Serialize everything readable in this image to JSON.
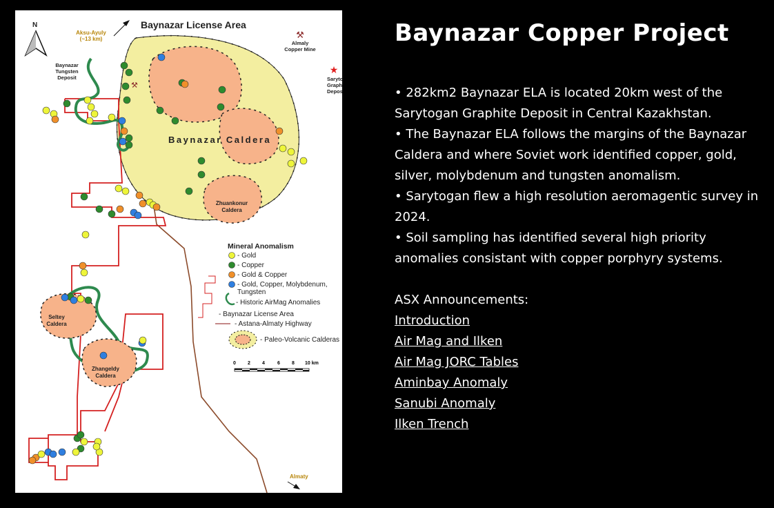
{
  "map": {
    "title": "Baynazar License Area",
    "north": "N",
    "aksu_line1": "Aksu-Ayuly",
    "aksu_line2": "(~13 km)",
    "almaly_line1": "Almaly",
    "almaly_line2": "Copper Mine",
    "sarytogan_line1": "Sarytogan",
    "sarytogan_line2": "Graphite",
    "sarytogan_line3": "Deposit",
    "tungsten_line1": "Baynazar",
    "tungsten_line2": "Tungsten",
    "tungsten_line3": "Deposit",
    "caldera_main": "Baynazar Caldera",
    "zhuankonur_line1": "Zhuankonur",
    "zhuankonur_line2": "Caldera",
    "seltey_line1": "Seltey",
    "seltey_line2": "Caldera",
    "zhangeldy_line1": "Zhangeldy",
    "zhangeldy_line2": "Caldera",
    "almaty": "Almaty",
    "legend": {
      "title": "Mineral Anomalism",
      "gold": "- Gold",
      "copper": "- Copper",
      "gold_copper": "- Gold & Copper",
      "multi_line1": "- Gold, Copper, Molybdenum,",
      "multi_line2": "Tungsten",
      "airmag": "- Historic AirMag Anomalies",
      "license": "- Baynazar License Area",
      "highway": "- Astana-Almaty Highway",
      "calderas": "- Paleo-Volcanic Calderas"
    },
    "scale": [
      "0",
      "2",
      "4",
      "6",
      "8",
      "10 km"
    ],
    "colors": {
      "gold": "#eef53a",
      "copper": "#2e8b2e",
      "gold_copper": "#f0902a",
      "multi": "#2f7fe0",
      "caldera_outer": "#f3eea0",
      "caldera_inner": "#f7b38a",
      "license": "#d42020",
      "airmag": "#2e8a4e",
      "road": "#8b4a2a"
    }
  },
  "content": {
    "title": "Baynazar Copper Project",
    "bullets": [
      "• 282km2 Baynazar ELA is located 20km west of the Sarytogan Graphite Deposit in Central Kazakhstan.",
      "• The Baynazar ELA follows the margins of the Baynazar Caldera and where Soviet work identified copper, gold, silver, molybdenum and tungsten anomalism.",
      "• Sarytogan flew a high resolution aeromagentic survey in 2024.",
      "• Soil sampling has identified several high priority anomalies consistant with copper porphyry systems."
    ],
    "asx_heading": "ASX Announcements:",
    "links": [
      "Introduction",
      "Air Mag and Ilken",
      "Air Mag JORC Tables",
      "Aminbay Anomaly",
      "Sanubi Anomaly",
      "Ilken Trench"
    ]
  }
}
